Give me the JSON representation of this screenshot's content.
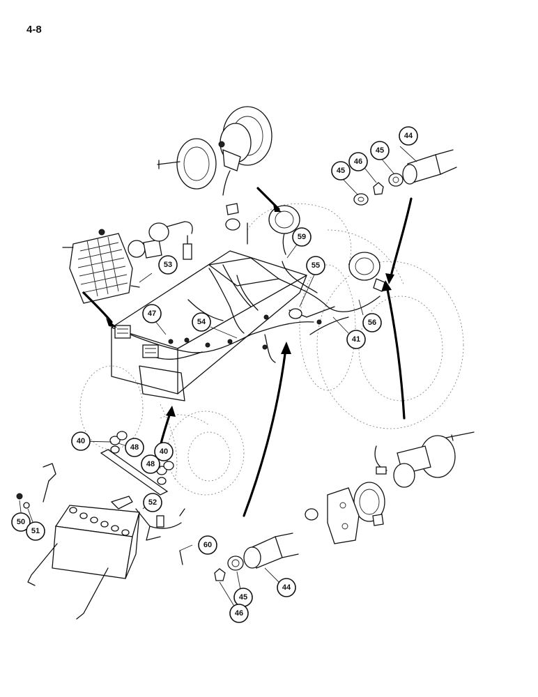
{
  "page_number": "4-8",
  "callouts": [
    "40",
    "40",
    "41",
    "44",
    "44",
    "45",
    "45",
    "45",
    "46",
    "46",
    "47",
    "48",
    "48",
    "50",
    "51",
    "52",
    "53",
    "54",
    "55",
    "56",
    "59",
    "60"
  ]
}
